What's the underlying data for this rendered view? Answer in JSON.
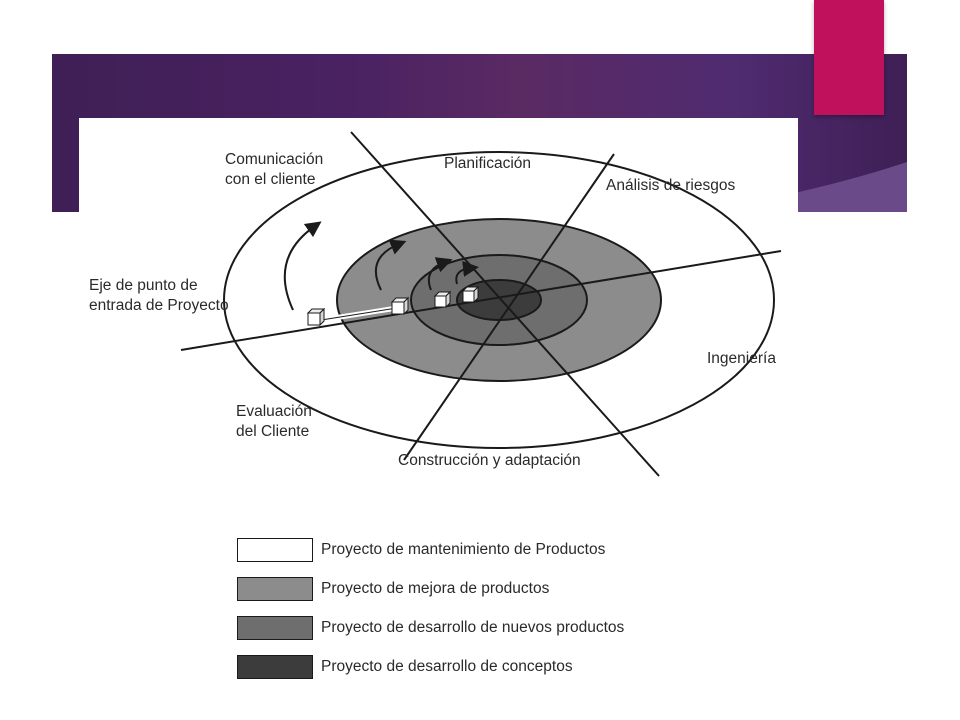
{
  "colors": {
    "banner": "#4a2262",
    "accent": "#c0125c",
    "ring_outer": "#ffffff",
    "ring_mejora": "#8c8c8c",
    "ring_nuevos": "#6e6e6e",
    "ring_conceptos": "#3c3c3c"
  },
  "diagram": {
    "sectors": {
      "comunicacion": "Comunicación\ncon el cliente",
      "planificacion": "Planificación",
      "analisis": "Análisis de riesgos",
      "entrada": "Eje de punto de\nentrada de Proyecto",
      "ingenieria": "Ingeniería",
      "evaluacion": "Evaluación\ndel Cliente",
      "construccion": "Construcción y adaptación"
    }
  },
  "legend": [
    {
      "label": "Proyecto de mantenimiento de Productos",
      "color": "#ffffff"
    },
    {
      "label": "Proyecto de mejora de productos",
      "color": "#8c8c8c"
    },
    {
      "label": "Proyecto de desarrollo de nuevos productos",
      "color": "#6e6e6e"
    },
    {
      "label": "Proyecto de desarrollo de conceptos",
      "color": "#3c3c3c"
    }
  ]
}
